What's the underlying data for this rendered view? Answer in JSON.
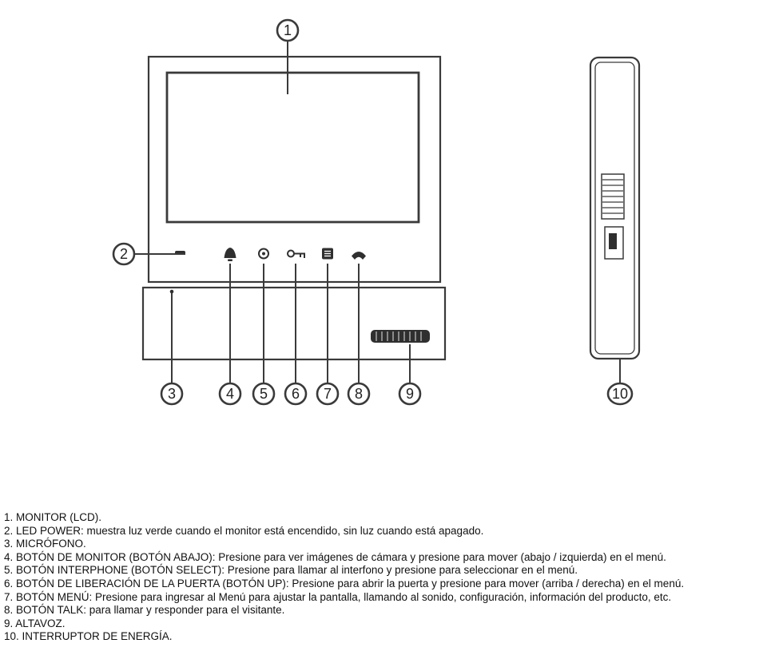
{
  "colors": {
    "background": "#ffffff",
    "line": "#3a3a3a",
    "text": "#111111"
  },
  "diagram": {
    "callouts": [
      "1",
      "2",
      "3",
      "4",
      "5",
      "6",
      "7",
      "8",
      "9",
      "10"
    ],
    "icons": [
      "led-power-icon",
      "microphone-hole-icon",
      "monitor-button-icon",
      "interphone-button-icon",
      "door-release-button-icon",
      "menu-button-icon",
      "talk-button-icon",
      "speaker-icon",
      "power-switch-detail-icon"
    ]
  },
  "legend": {
    "items": [
      "1. MONITOR (LCD).",
      "2. LED POWER: muestra luz verde cuando el monitor está encendido, sin luz cuando está apagado.",
      "3. MICRÓFONO.",
      "4. BOTÓN DE MONITOR (BOTÓN ABAJO): Presione para ver imágenes de cámara y presione para mover (abajo / izquierda) en el menú.",
      "5. BOTÓN INTERPHONE (BOTÓN SELECT): Presione para llamar al interfono y presione para seleccionar en el menú.",
      "6. BOTÓN DE LIBERACIÓN DE LA PUERTA (BOTÓN UP): Presione para abrir la puerta y presione para mover (arriba / derecha) en el menú.",
      "7. BOTÓN MENÚ: Presione para ingresar al Menú para ajustar la pantalla, llamando al sonido, configuración, información del producto, etc.",
      "8. BOTÓN TALK: para llamar y responder para el visitante.",
      "9. ALTAVOZ.",
      "10. INTERRUPTOR DE ENERGÍA."
    ]
  }
}
